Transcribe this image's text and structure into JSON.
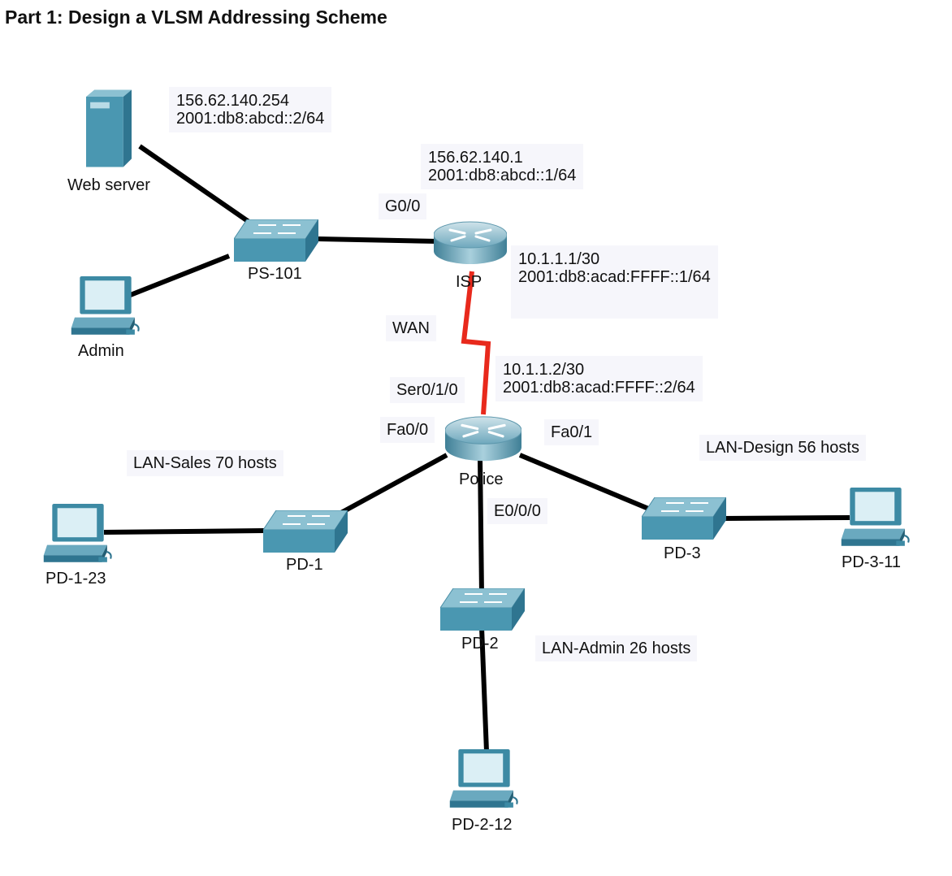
{
  "title": "Part 1: Design a VLSM Addressing Scheme",
  "colors": {
    "link": "#000000",
    "wan_link": "#e8291c",
    "device": "#4f9ab2",
    "label_bg": "#f6f6fb"
  },
  "devices": {
    "web_server": {
      "label": "Web server",
      "icon": "server-icon"
    },
    "admin": {
      "label": "Admin",
      "icon": "pc-icon"
    },
    "ps101": {
      "label": "PS-101",
      "icon": "switch-icon"
    },
    "isp": {
      "label": "ISP",
      "icon": "router-icon"
    },
    "police": {
      "label": "Police",
      "icon": "router-icon"
    },
    "pd1": {
      "label": "PD-1",
      "icon": "switch-icon"
    },
    "pd2": {
      "label": "PD-2",
      "icon": "switch-icon"
    },
    "pd3": {
      "label": "PD-3",
      "icon": "switch-icon"
    },
    "pd1_23": {
      "label": "PD-1-23",
      "icon": "pc-icon"
    },
    "pd2_12": {
      "label": "PD-2-12",
      "icon": "pc-icon"
    },
    "pd3_11": {
      "label": "PD-3-11",
      "icon": "pc-icon"
    }
  },
  "addresses": {
    "web_server": {
      "ipv4": "156.62.140.254",
      "ipv6": "2001:db8:abcd::2/64"
    },
    "isp_g00": {
      "ipv4": "156.62.140.1",
      "ipv6": "2001:db8:abcd::1/64"
    },
    "isp_wan": {
      "ipv4": "10.1.1.1/30",
      "ipv6": "2001:db8:acad:FFFF::1/64"
    },
    "police_wan": {
      "ipv4": "10.1.1.2/30",
      "ipv6": "2001:db8:acad:FFFF::2/64"
    }
  },
  "interfaces": {
    "isp_g00": "G0/0",
    "wan": "WAN",
    "police_ser": "Ser0/1/0",
    "police_fa00": "Fa0/0",
    "police_fa01": "Fa0/1",
    "police_e000": "E0/0/0"
  },
  "lans": {
    "sales": "LAN-Sales 70 hosts",
    "design": "LAN-Design 56 hosts",
    "admin": "LAN-Admin 26 hosts"
  }
}
